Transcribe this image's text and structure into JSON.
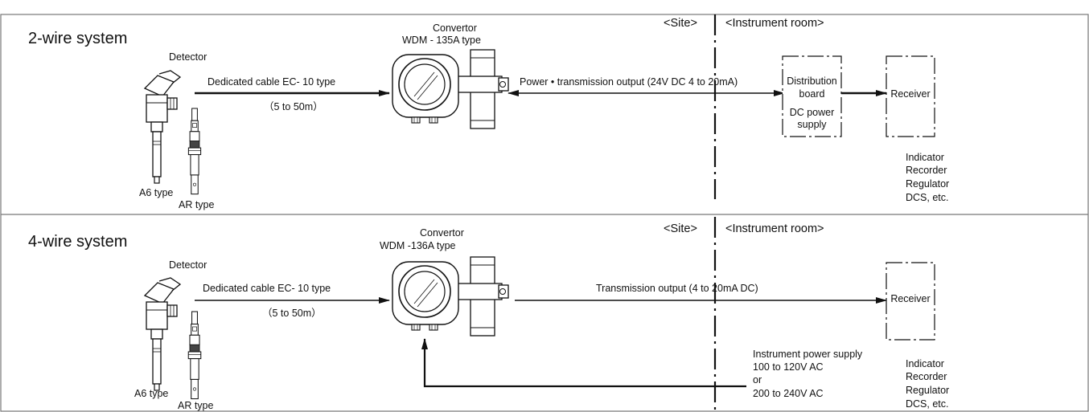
{
  "panels": [
    {
      "title": "2-wire system",
      "detector_label": "Detector",
      "convertor": {
        "name": "Convertor",
        "model": "WDM - 135A type"
      },
      "cable": {
        "label": "Dedicated cable  EC- 10 type",
        "length": "（5 to 50m）"
      },
      "site_label": "<Site>",
      "room_label": "<Instrument room>",
      "signal_label": "Power • transmission output (24V DC 4 to 20mA)",
      "distribution": {
        "line1": "Distribution",
        "line2": "board",
        "line3": "DC power",
        "line4": "supply"
      },
      "receiver": "Receiver",
      "receiver_types": [
        "Indicator",
        "Recorder",
        "Regulator",
        "DCS, etc."
      ],
      "sensor_types": [
        "A6 type",
        "AR type"
      ]
    },
    {
      "title": "4-wire system",
      "detector_label": "Detector",
      "convertor": {
        "name": "Convertor",
        "model": "WDM -136A type"
      },
      "cable": {
        "label": "Dedicated cable  EC- 10 type",
        "length": "（5 to 50m）"
      },
      "site_label": "<Site>",
      "room_label": "<Instrument room>",
      "signal_label": "Transmission output (4 to 20mA DC)",
      "power_supply": [
        "Instrument power supply",
        "100 to 120V AC",
        "or",
        "200 to 240V AC"
      ],
      "receiver": "Receiver",
      "receiver_types": [
        "Indicator",
        "Recorder",
        "Regulator",
        "DCS, etc."
      ],
      "sensor_types": [
        "A6 type",
        "AR type"
      ]
    }
  ]
}
